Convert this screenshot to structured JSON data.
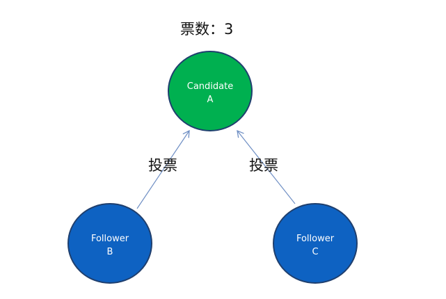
{
  "vote_count_label": "票数：3",
  "nodes": {
    "candidate": {
      "line1": "Candidate",
      "line2": "A",
      "fill": "#00b050",
      "stroke": "#1f3f6e"
    },
    "follower_b": {
      "line1": "Follower",
      "line2": "B",
      "fill": "#0e62c2",
      "stroke": "#1f3f6e"
    },
    "follower_c": {
      "line1": "Follower",
      "line2": "C",
      "fill": "#0e62c2",
      "stroke": "#1f3f6e"
    }
  },
  "edges": {
    "b_to_a": {
      "label": "投票"
    },
    "c_to_a": {
      "label": "投票"
    }
  },
  "arrow_color": "#6f8fc4"
}
